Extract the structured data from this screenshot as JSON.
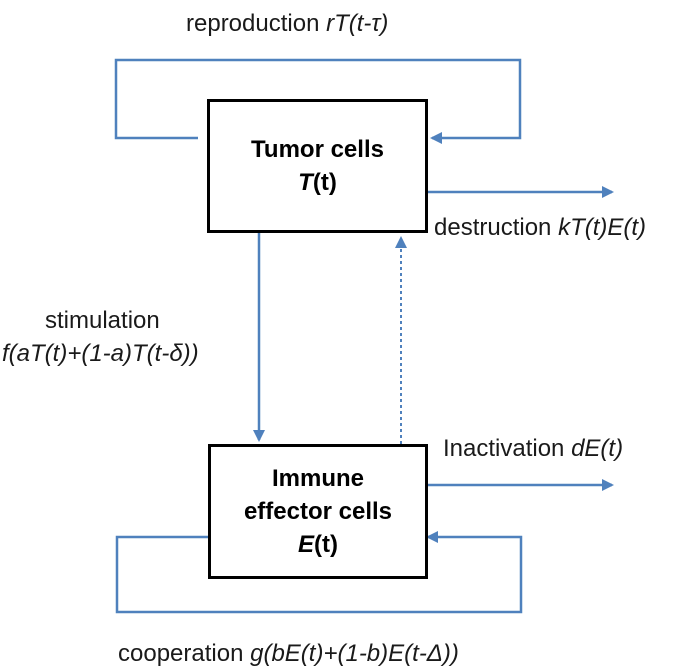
{
  "nodes": {
    "tumor": {
      "name": "Tumor cells",
      "var_letter": "T",
      "var_arg": "t"
    },
    "immune": {
      "name_line1": "Immune",
      "name_line2": "effector cells",
      "var_letter": "E",
      "var_arg": "t"
    }
  },
  "edges": {
    "reproduction": {
      "word": "reproduction",
      "term": "rT(t-τ)"
    },
    "destruction": {
      "word": "destruction",
      "term": "kT(t)E(t)"
    },
    "stimulation": {
      "word": "stimulation",
      "term": "f(aT(t)+(1-a)T(t-δ))"
    },
    "inactivation": {
      "word": "Inactivation",
      "term": "dE(t)"
    },
    "cooperation": {
      "word": "cooperation",
      "term": "g(bE(t)+(1-b)E(t-Δ))"
    }
  },
  "colors": {
    "arrow": "#4f81bd",
    "box_border": "#000000",
    "text": "#1a1a1a"
  }
}
